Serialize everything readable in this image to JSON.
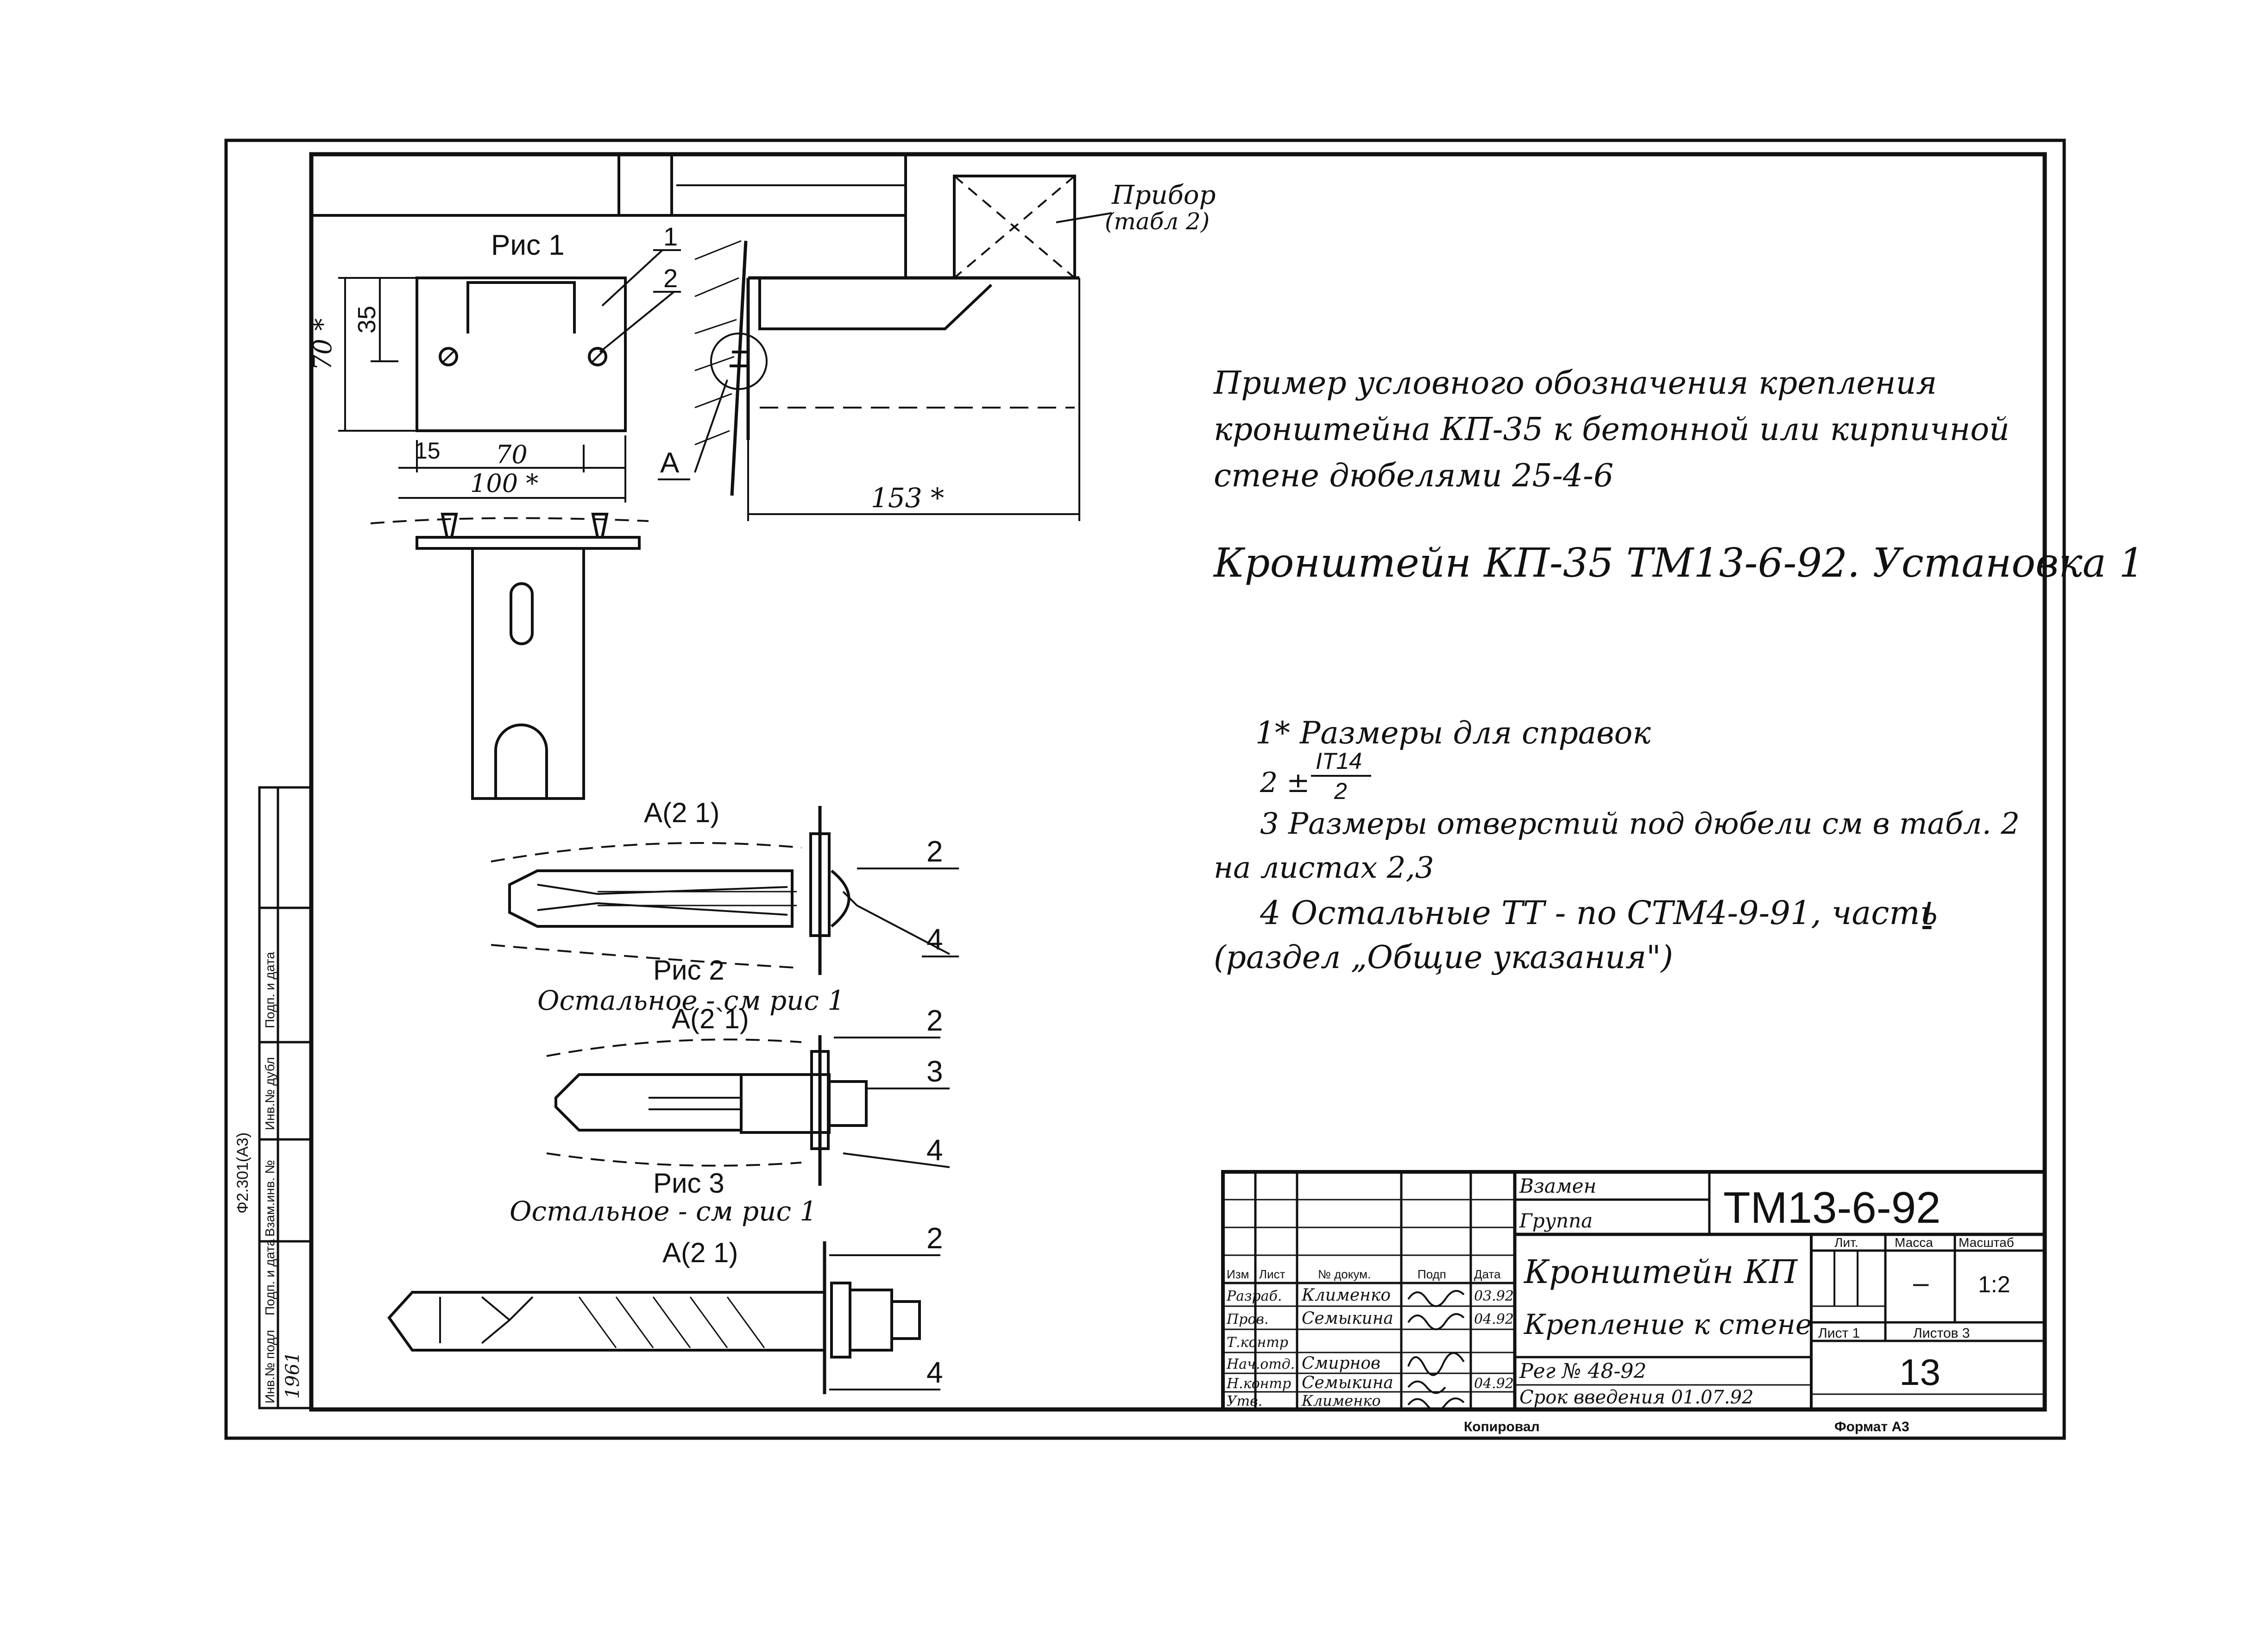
{
  "drawing": {
    "pribor_label": "Прибор",
    "pribor_ref": "(табл 2)",
    "fig1_title": "Рис 1",
    "fig1_dims": [
      "70 *",
      "35",
      "15",
      "70",
      "100 *",
      "153 *"
    ],
    "fig1_callouts": [
      "1",
      "2"
    ],
    "view_a_label": "A",
    "fig2_view": "A(2 1)",
    "fig2_title": "Рис 2",
    "fig2_note": "Остальное - см рис 1",
    "fig2_callouts": [
      "2",
      "4"
    ],
    "fig3_view": "A(2`1)",
    "fig3_title": "Рис 3",
    "fig3_note": "Остальное - см рис 1",
    "fig3_callouts": [
      "2",
      "3",
      "4"
    ],
    "fig4_view": "A(2 1)",
    "fig4_callouts": [
      "2",
      "4"
    ]
  },
  "designation": {
    "line1": "Пример условного обозначения крепления",
    "line2": "кронштейна КП-35 к бетонной или кирпичной",
    "line3": "стене дюбелями 25-4-6",
    "example": "Кронштейн КП-35 ТМ13-6-92. Установка 1"
  },
  "notes": {
    "n1": "1* Размеры для справок",
    "n2_prefix": "2 ±",
    "n2_num": "IT14",
    "n2_den": "2",
    "n3a": "3 Размеры отверстий под дюбели см в табл. 2",
    "n3b": "на листах 2,3",
    "n4a": "4 Остальные ТТ - по СТМ4-9-91, часть",
    "n4a_part": "I",
    "n4b": "(раздел „Общие указания\")"
  },
  "title_block": {
    "zamen": "Взамен",
    "gruppa": "Группа",
    "code": "ТМ13-6-92",
    "name1": "Кронштейн КП",
    "name2": "Крепление к стене",
    "lit_h": "Лит.",
    "massa_h": "Масса",
    "scale_h": "Масштаб",
    "massa": "–",
    "scale": "1:2",
    "list": "Лист 1",
    "listov": "Листов 3",
    "reg": "Рег № 48-92",
    "srok": "Срок введения 01.07.92",
    "sheet_no": "13",
    "head": [
      "Изм",
      "Лист",
      "№ докум.",
      "Подп",
      "Дата"
    ],
    "rows": [
      {
        "role": "Разраб.",
        "name": "Клименко",
        "date": "03.92"
      },
      {
        "role": "Пров.",
        "name": "Семыкина",
        "date": "04.92"
      },
      {
        "role": "Т.контр",
        "name": "",
        "date": ""
      },
      {
        "role": "Нач.отд.",
        "name": "Смирнов",
        "date": ""
      },
      {
        "role": "Н.контр",
        "name": "Семыкина",
        "date": "04.92"
      },
      {
        "role": "Утв.",
        "name": "Клименко",
        "date": ""
      }
    ]
  },
  "side_stamp": {
    "cells": [
      "Инв.№ подл",
      "Подп. и дата",
      "Взам.инв. №",
      "Инв.№ дубл",
      "Подп. и дата"
    ],
    "form": "Ф2.301(А3)",
    "inv_no": "1961"
  },
  "footer": {
    "kopiroval": "Копировал",
    "format": "Формат А3"
  }
}
